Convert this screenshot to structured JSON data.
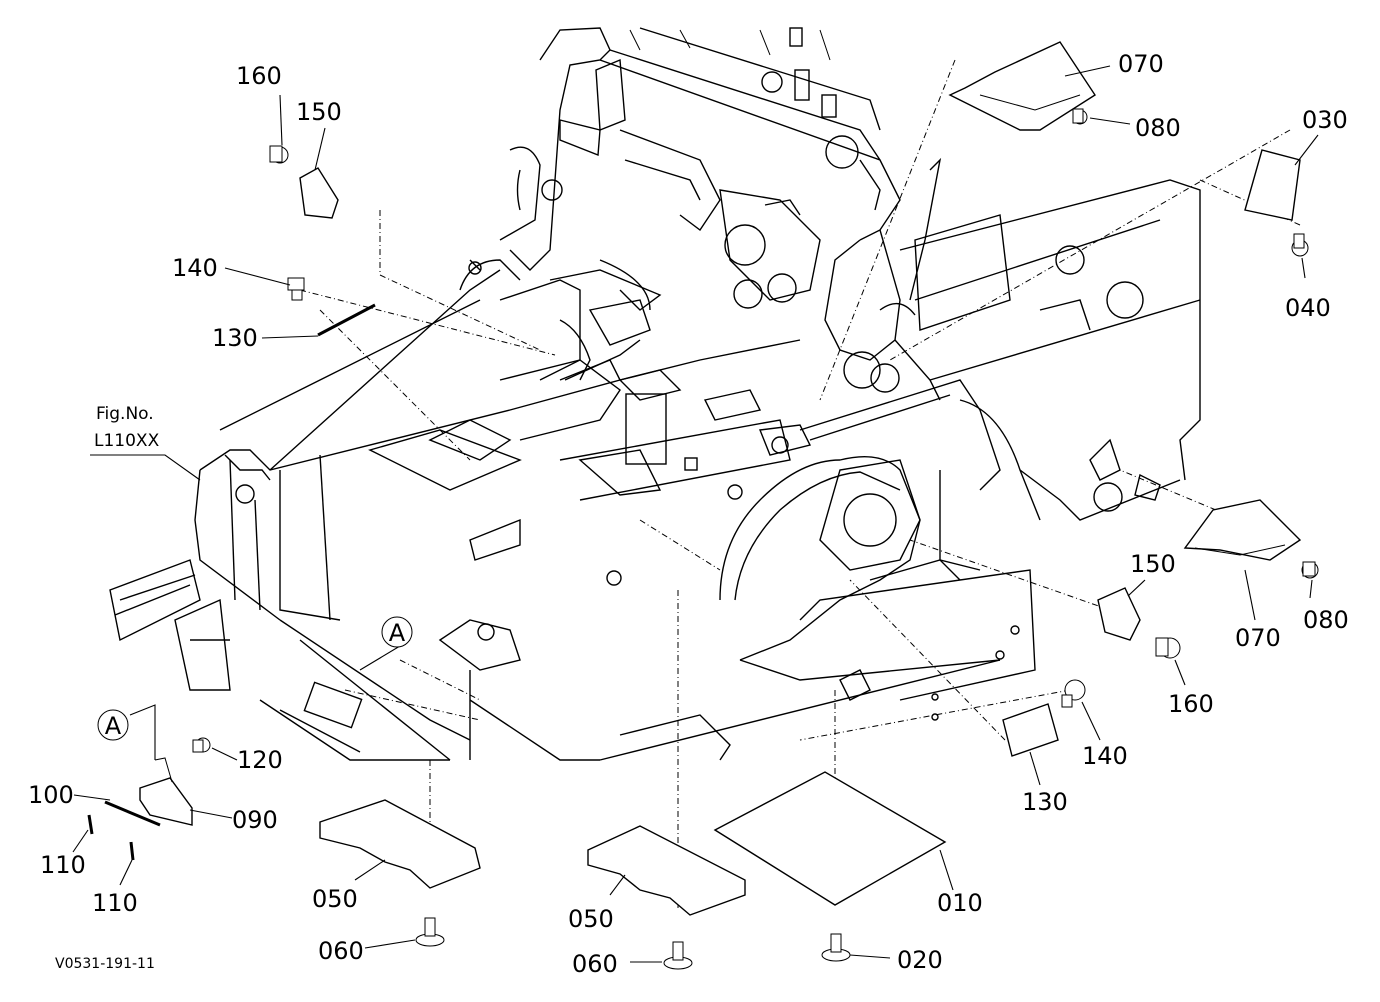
{
  "figure": {
    "fig_no_label": "Fig.No.",
    "fig_no_value": "L110XX",
    "drawing_code": "V0531-191-11"
  },
  "callouts": {
    "detail_a_top": "A",
    "detail_a_inset": "A"
  },
  "parts": {
    "p010": "010",
    "p020": "020",
    "p030": "030",
    "p040": "040",
    "p050_left": "050",
    "p050_center": "050",
    "p060_left": "060",
    "p060_center": "060",
    "p070_top": "070",
    "p070_right": "070",
    "p080_top": "080",
    "p080_right": "080",
    "p090": "090",
    "p100": "100",
    "p110_upper": "110",
    "p110_lower": "110",
    "p120": "120",
    "p130_left": "130",
    "p130_right": "130",
    "p140_left": "140",
    "p140_right": "140",
    "p150_left": "150",
    "p150_right": "150",
    "p160_left": "160",
    "p160_right": "160"
  }
}
